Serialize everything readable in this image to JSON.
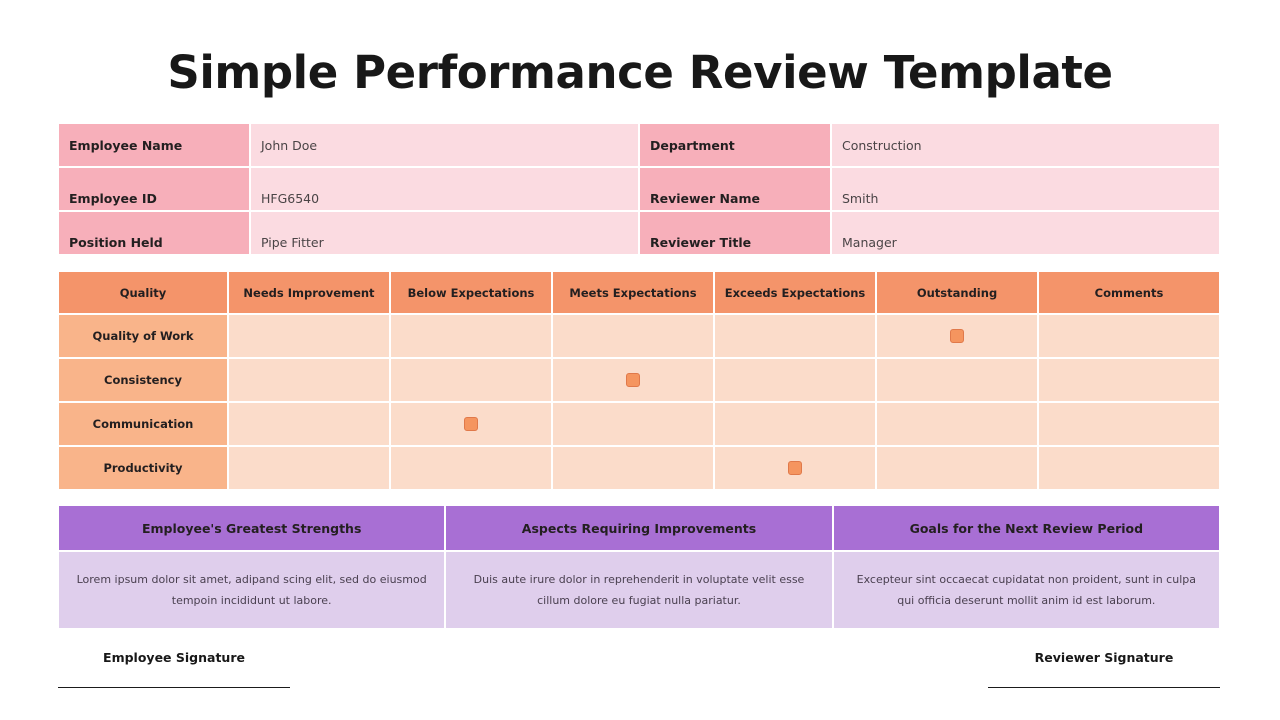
{
  "title": "Simple Performance Review Template",
  "info": {
    "rows": [
      {
        "left": {
          "label": "Employee Name",
          "value": "John Doe"
        },
        "right": {
          "label": "Department",
          "value": "Construction"
        }
      },
      {
        "left": {
          "label": "Employee ID",
          "value": "HFG6540"
        },
        "right": {
          "label": "Reviewer Name",
          "value": "Smith"
        }
      },
      {
        "left": {
          "label": "Position Held",
          "value": "Pipe Fitter"
        },
        "right": {
          "label": "Reviewer Title",
          "value": "Manager"
        }
      }
    ]
  },
  "rating": {
    "columns": [
      "Quality",
      "Needs Improvement",
      "Below Expectations",
      "Meets Expectations",
      "Exceeds Expectations",
      "Outstanding",
      "Comments"
    ],
    "rows": [
      {
        "label": "Quality of Work",
        "selected": "Outstanding",
        "comments": ""
      },
      {
        "label": "Consistency",
        "selected": "Meets Expectations",
        "comments": ""
      },
      {
        "label": "Communication",
        "selected": "Below Expectations",
        "comments": ""
      },
      {
        "label": "Productivity",
        "selected": "Exceeds Expectations",
        "comments": ""
      }
    ]
  },
  "panels": [
    {
      "heading": "Employee's Greatest Strengths",
      "body": "Lorem ipsum dolor sit amet, adipand scing elit, sed do eiusmod tempoin incididunt ut labore."
    },
    {
      "heading": "Aspects Requiring Improvements",
      "body": "Duis aute irure dolor in reprehenderit in voluptate velit esse cillum dolore eu fugiat nulla pariatur."
    },
    {
      "heading": "Goals for the Next Review Period",
      "body": "Excepteur sint occaecat cupidatat non proident, sunt in culpa qui officia deserunt mollit anim id est laborum."
    }
  ],
  "signatures": {
    "employee": "Employee Signature",
    "reviewer": "Reviewer Signature"
  },
  "colors": {
    "info_label_bg": "#F7AFBA",
    "info_value_bg": "#FBDBE1",
    "rating_header_bg": "#F4946A",
    "rating_rowhead_bg": "#F9B48A",
    "rating_cell_bg": "#FBDCCA",
    "checkmark": "#F5955F",
    "panel_heading_bg": "#A86FD4",
    "panel_body_bg": "#DFCEEC"
  }
}
